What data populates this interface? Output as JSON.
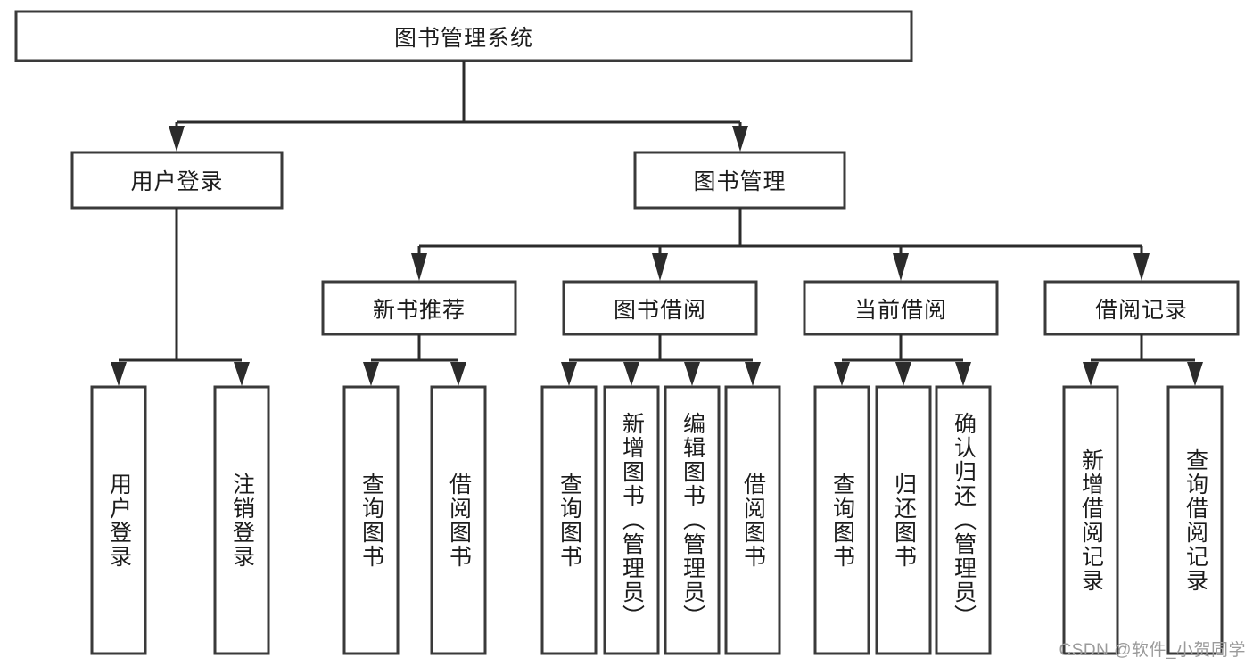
{
  "diagram": {
    "type": "tree-hierarchy",
    "title": "图书管理系统",
    "root": {
      "id": "root",
      "label": "图书管理系统"
    },
    "level2": [
      {
        "id": "user-login",
        "label": "用户登录"
      },
      {
        "id": "book-manage",
        "label": "图书管理"
      }
    ],
    "level3": [
      {
        "id": "new-book-recommend",
        "label": "新书推荐",
        "parent": "book-manage"
      },
      {
        "id": "book-borrow",
        "label": "图书借阅",
        "parent": "book-manage"
      },
      {
        "id": "current-borrow",
        "label": "当前借阅",
        "parent": "book-manage"
      },
      {
        "id": "borrow-record",
        "label": "借阅记录",
        "parent": "book-manage"
      }
    ],
    "leaves": [
      {
        "id": "leaf-user-login",
        "label": "用户登录",
        "parent": "user-login"
      },
      {
        "id": "leaf-logout",
        "label": "注销登录",
        "parent": "user-login"
      },
      {
        "id": "leaf-query-book-1",
        "label": "查询图书",
        "parent": "new-book-recommend"
      },
      {
        "id": "leaf-borrow-book-1",
        "label": "借阅图书",
        "parent": "new-book-recommend"
      },
      {
        "id": "leaf-query-book-2",
        "label": "查询图书",
        "parent": "book-borrow"
      },
      {
        "id": "leaf-add-book",
        "label": "新增图书（管理员）",
        "parent": "book-borrow"
      },
      {
        "id": "leaf-edit-book",
        "label": "编辑图书（管理员）",
        "parent": "book-borrow"
      },
      {
        "id": "leaf-borrow-book-2",
        "label": "借阅图书",
        "parent": "book-borrow"
      },
      {
        "id": "leaf-query-book-3",
        "label": "查询图书",
        "parent": "current-borrow"
      },
      {
        "id": "leaf-return-book",
        "label": "归还图书",
        "parent": "current-borrow"
      },
      {
        "id": "leaf-confirm-return",
        "label": "确认归还（管理员）",
        "parent": "current-borrow"
      },
      {
        "id": "leaf-add-record",
        "label": "新增借阅记录",
        "parent": "borrow-record"
      },
      {
        "id": "leaf-query-record",
        "label": "查询借阅记录",
        "parent": "borrow-record"
      }
    ],
    "colors": {
      "box_stroke": "#3a3a3a",
      "box_fill": "#ffffff",
      "connector": "#2b2b2b",
      "text": "#1c1c1c",
      "background": "#ffffff",
      "watermark": "#9b9b9b"
    }
  },
  "watermark": {
    "text": "CSDN @软件_小贺同学"
  }
}
